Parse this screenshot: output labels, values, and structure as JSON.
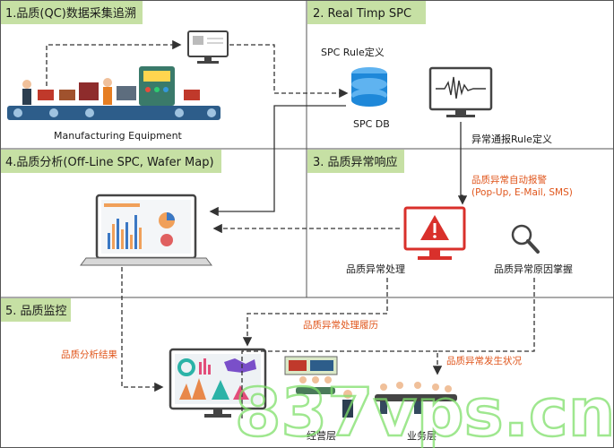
{
  "sections": {
    "s1": "1.品质(QC)数据采集追溯",
    "s2": "2. Real Timp SPC",
    "s3": "3. 品质异常响应",
    "s4": "4.品质分析(Off-Line SPC, Wafer Map)",
    "s5": "5. 品质监控"
  },
  "labels": {
    "manufacturing": "Manufacturing Equipment",
    "spc_rule": "SPC Rule定义",
    "spc_db": "SPC DB",
    "abnormal_rule": "异常通报Rule定义",
    "auto_alarm": "品质异常自动报警",
    "alarm_channels": "(Pop-Up, E-Mail, SMS)",
    "handling": "品质异常处理",
    "root_cause": "品质异常原因掌握",
    "handling_history": "品质异常处理履历",
    "analysis_result": "品质分析结果",
    "occurrence": "品质异常发生状况",
    "management": "经营层",
    "business": "业务层"
  },
  "watermark": "837vps.cn",
  "colors": {
    "section_bg": "#c6e0a4",
    "accent_orange": "#e0561c",
    "alert_red": "#d9302b",
    "db_blue": "#1e88d9",
    "grid_line": "#555555"
  }
}
